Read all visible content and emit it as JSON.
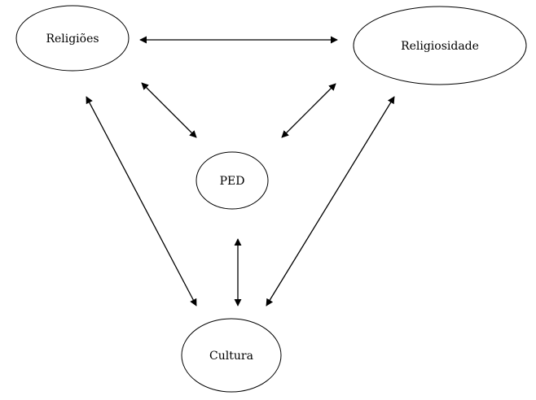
{
  "diagram": {
    "nodes": {
      "religioes": {
        "label": "Religiões"
      },
      "religiosidade": {
        "label": "Religiosidade"
      },
      "ped": {
        "label": "PED"
      },
      "cultura": {
        "label": "Cultura"
      }
    },
    "edges": [
      {
        "from": "religioes",
        "to": "religiosidade",
        "direction": "both"
      },
      {
        "from": "religioes",
        "to": "ped",
        "direction": "both"
      },
      {
        "from": "religiosidade",
        "to": "ped",
        "direction": "both"
      },
      {
        "from": "religioes",
        "to": "cultura",
        "direction": "both"
      },
      {
        "from": "religiosidade",
        "to": "cultura",
        "direction": "both"
      },
      {
        "from": "ped",
        "to": "cultura",
        "direction": "both"
      }
    ]
  }
}
